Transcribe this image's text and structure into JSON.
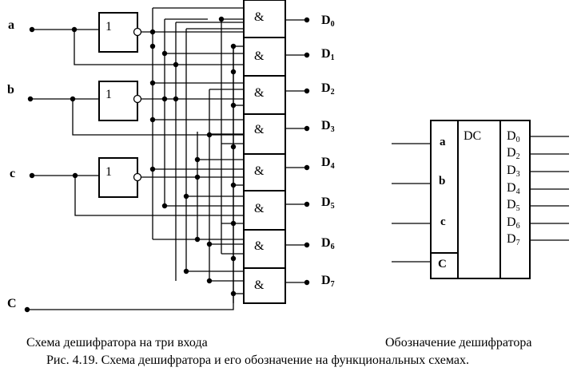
{
  "circuit": {
    "inputs": {
      "a": "a",
      "b": "b",
      "c": "c",
      "strobe": "C"
    },
    "inverter_label": "1",
    "and_label": "&",
    "outputs": [
      {
        "base": "D",
        "sub": "0"
      },
      {
        "base": "D",
        "sub": "1"
      },
      {
        "base": "D",
        "sub": "2"
      },
      {
        "base": "D",
        "sub": "3"
      },
      {
        "base": "D",
        "sub": "4"
      },
      {
        "base": "D",
        "sub": "5"
      },
      {
        "base": "D",
        "sub": "6"
      },
      {
        "base": "D",
        "sub": "7"
      }
    ]
  },
  "symbol": {
    "title": "DC",
    "inputs": [
      "a",
      "b",
      "c"
    ],
    "strobe": "C",
    "outputs": [
      {
        "base": "D",
        "sub": "0"
      },
      {
        "base": "D",
        "sub": "2"
      },
      {
        "base": "D",
        "sub": "3"
      },
      {
        "base": "D",
        "sub": "4"
      },
      {
        "base": "D",
        "sub": "5"
      },
      {
        "base": "D",
        "sub": "6"
      },
      {
        "base": "D",
        "sub": "7"
      }
    ]
  },
  "captions": {
    "left": "Схема дешифратора на три входа",
    "right": "Обозначение дешифратора",
    "figure": "Рис. 4.19. Схема дешифратора и его обозначение на функциональных схемах."
  }
}
